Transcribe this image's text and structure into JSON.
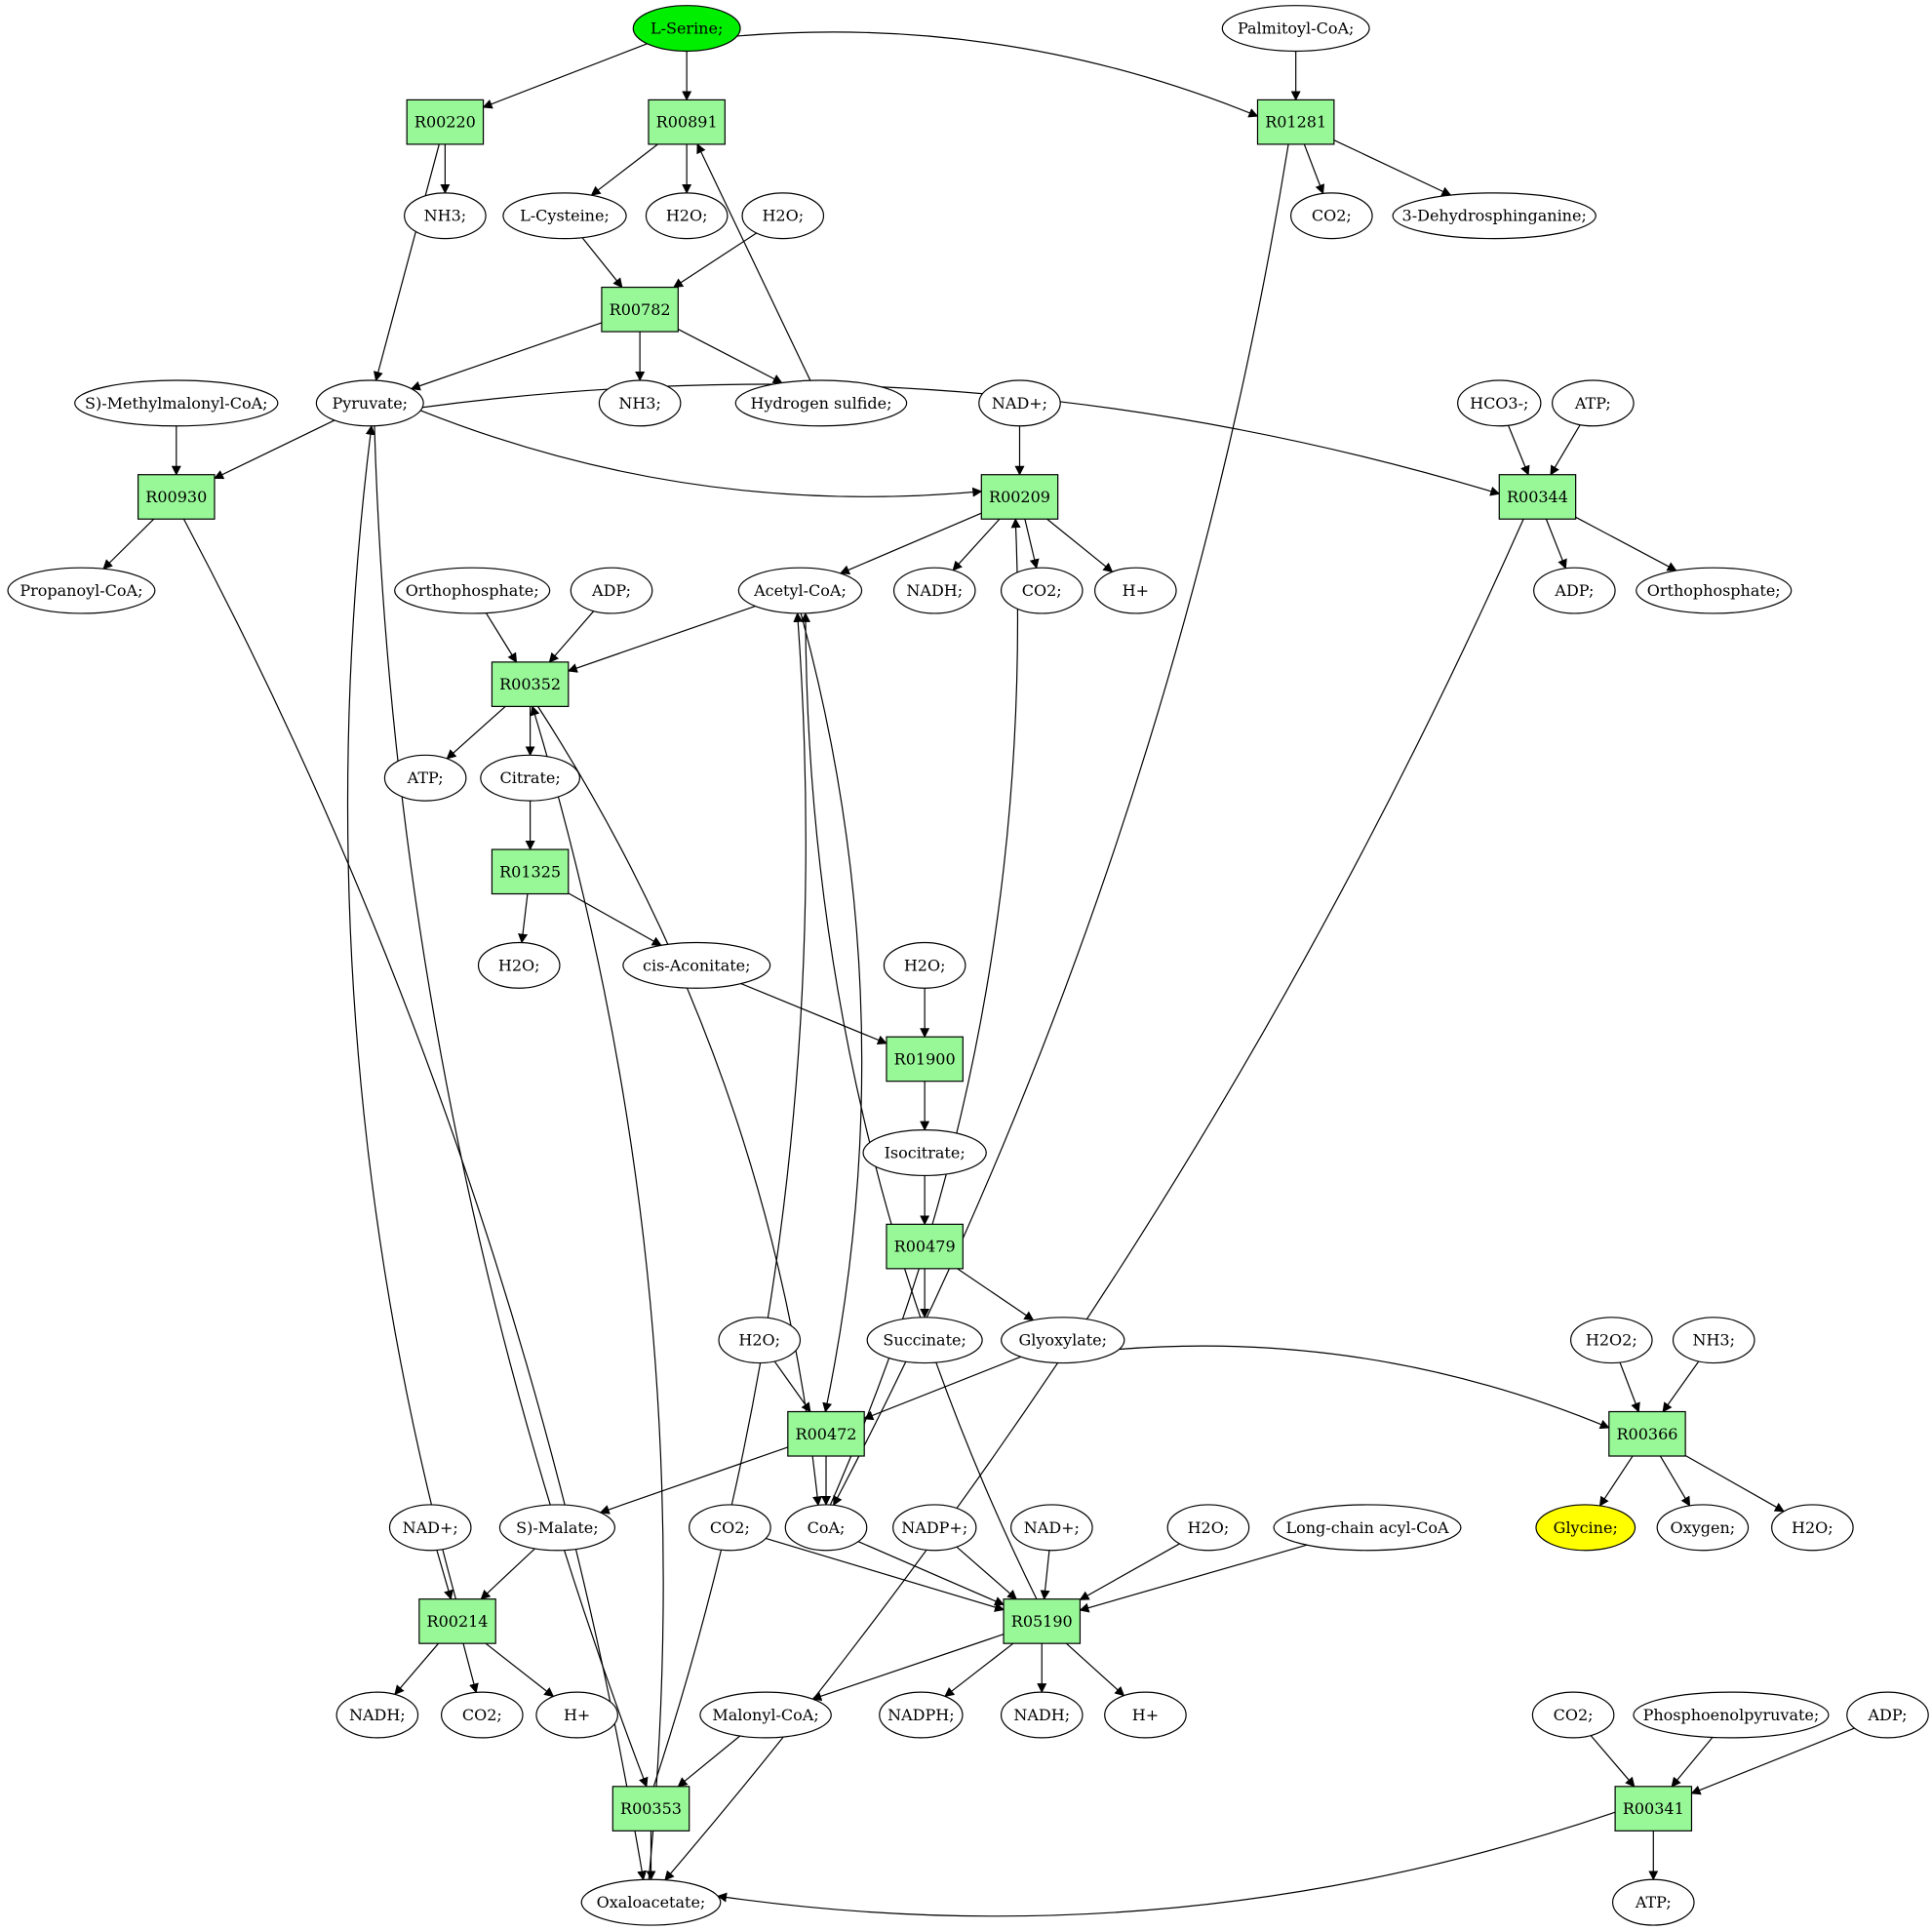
{
  "colors": {
    "reaction_fill": "#98f898",
    "start_fill": "#00ee00",
    "target_fill": "#ffff00",
    "metabolite_fill": "#ffffff",
    "stroke": "#000000"
  },
  "nodes": [
    {
      "id": "serine",
      "label": "L-Serine;",
      "kind": "metabolite",
      "role": "start"
    },
    {
      "id": "palmitoylcoa",
      "label": "Palmitoyl-CoA;",
      "kind": "metabolite"
    },
    {
      "id": "R00220",
      "label": "R00220",
      "kind": "reaction"
    },
    {
      "id": "R00891",
      "label": "R00891",
      "kind": "reaction"
    },
    {
      "id": "R01281",
      "label": "R01281",
      "kind": "reaction"
    },
    {
      "id": "nh3_a",
      "label": "NH3;",
      "kind": "metabolite"
    },
    {
      "id": "cysteine",
      "label": "L-Cysteine;",
      "kind": "metabolite"
    },
    {
      "id": "h2o_a",
      "label": "H2O;",
      "kind": "metabolite"
    },
    {
      "id": "h2o_b",
      "label": "H2O;",
      "kind": "metabolite"
    },
    {
      "id": "co2_a",
      "label": "CO2;",
      "kind": "metabolite"
    },
    {
      "id": "dehydrosph",
      "label": "3-Dehydrosphinganine;",
      "kind": "metabolite"
    },
    {
      "id": "R00782",
      "label": "R00782",
      "kind": "reaction"
    },
    {
      "id": "methylmalonyl",
      "label": "S)-Methylmalonyl-CoA;",
      "kind": "metabolite"
    },
    {
      "id": "pyruvate",
      "label": "Pyruvate;",
      "kind": "metabolite"
    },
    {
      "id": "nh3_b",
      "label": "NH3;",
      "kind": "metabolite"
    },
    {
      "id": "h2s",
      "label": "Hydrogen sulfide;",
      "kind": "metabolite"
    },
    {
      "id": "nadp_a",
      "label": "NAD+;",
      "kind": "metabolite"
    },
    {
      "id": "hco3",
      "label": "HCO3-;",
      "kind": "metabolite"
    },
    {
      "id": "atp_a",
      "label": "ATP;",
      "kind": "metabolite"
    },
    {
      "id": "R00930",
      "label": "R00930",
      "kind": "reaction"
    },
    {
      "id": "R00209",
      "label": "R00209",
      "kind": "reaction"
    },
    {
      "id": "R00344",
      "label": "R00344",
      "kind": "reaction"
    },
    {
      "id": "propanoyl",
      "label": "Propanoyl-CoA;",
      "kind": "metabolite"
    },
    {
      "id": "orthophos_a",
      "label": "Orthophosphate;",
      "kind": "metabolite"
    },
    {
      "id": "adp_a",
      "label": "ADP;",
      "kind": "metabolite"
    },
    {
      "id": "acetylcoa",
      "label": "Acetyl-CoA;",
      "kind": "metabolite"
    },
    {
      "id": "nadh_a",
      "label": "NADH;",
      "kind": "metabolite"
    },
    {
      "id": "co2_b",
      "label": "CO2;",
      "kind": "metabolite"
    },
    {
      "id": "hplus_a",
      "label": "H+",
      "kind": "metabolite"
    },
    {
      "id": "adp_b",
      "label": "ADP;",
      "kind": "metabolite"
    },
    {
      "id": "orthophos_b",
      "label": "Orthophosphate;",
      "kind": "metabolite"
    },
    {
      "id": "R00352",
      "label": "R00352",
      "kind": "reaction"
    },
    {
      "id": "atp_b",
      "label": "ATP;",
      "kind": "metabolite"
    },
    {
      "id": "citrate",
      "label": "Citrate;",
      "kind": "metabolite"
    },
    {
      "id": "R01325",
      "label": "R01325",
      "kind": "reaction"
    },
    {
      "id": "h2o_c",
      "label": "H2O;",
      "kind": "metabolite"
    },
    {
      "id": "cisaconitate",
      "label": "cis-Aconitate;",
      "kind": "metabolite"
    },
    {
      "id": "h2o_d",
      "label": "H2O;",
      "kind": "metabolite"
    },
    {
      "id": "R01900",
      "label": "R01900",
      "kind": "reaction"
    },
    {
      "id": "isocitrate",
      "label": "Isocitrate;",
      "kind": "metabolite"
    },
    {
      "id": "R00479",
      "label": "R00479",
      "kind": "reaction"
    },
    {
      "id": "succinate",
      "label": "Succinate;",
      "kind": "metabolite"
    },
    {
      "id": "glyoxylate",
      "label": "Glyoxylate;",
      "kind": "metabolite"
    },
    {
      "id": "h2o_e",
      "label": "H2O;",
      "kind": "metabolite"
    },
    {
      "id": "h2o2",
      "label": "H2O2;",
      "kind": "metabolite"
    },
    {
      "id": "nh3_c",
      "label": "NH3;",
      "kind": "metabolite"
    },
    {
      "id": "R00472",
      "label": "R00472",
      "kind": "reaction"
    },
    {
      "id": "R00366",
      "label": "R00366",
      "kind": "reaction"
    },
    {
      "id": "nad_b",
      "label": "NAD+;",
      "kind": "metabolite"
    },
    {
      "id": "smalate",
      "label": "S)-Malate;",
      "kind": "metabolite"
    },
    {
      "id": "co2_c",
      "label": "CO2;",
      "kind": "metabolite"
    },
    {
      "id": "coa",
      "label": "CoA;",
      "kind": "metabolite"
    },
    {
      "id": "nadp",
      "label": "NADP+;",
      "kind": "metabolite"
    },
    {
      "id": "nad_c",
      "label": "NAD+;",
      "kind": "metabolite"
    },
    {
      "id": "h2o_f",
      "label": "H2O;",
      "kind": "metabolite"
    },
    {
      "id": "longchain",
      "label": "Long-chain acyl-CoA",
      "kind": "metabolite"
    },
    {
      "id": "glycine",
      "label": "Glycine;",
      "kind": "metabolite",
      "role": "target"
    },
    {
      "id": "oxygen",
      "label": "Oxygen;",
      "kind": "metabolite"
    },
    {
      "id": "h2o_g",
      "label": "H2O;",
      "kind": "metabolite"
    },
    {
      "id": "R00214",
      "label": "R00214",
      "kind": "reaction"
    },
    {
      "id": "R05190",
      "label": "R05190",
      "kind": "reaction"
    },
    {
      "id": "nadh_b",
      "label": "NADH;",
      "kind": "metabolite"
    },
    {
      "id": "co2_d",
      "label": "CO2;",
      "kind": "metabolite"
    },
    {
      "id": "hplus_b",
      "label": "H+",
      "kind": "metabolite"
    },
    {
      "id": "malonylcoa",
      "label": "Malonyl-CoA;",
      "kind": "metabolite"
    },
    {
      "id": "nadph",
      "label": "NADPH;",
      "kind": "metabolite"
    },
    {
      "id": "nadh_c",
      "label": "NADH;",
      "kind": "metabolite"
    },
    {
      "id": "hplus_c",
      "label": "H+",
      "kind": "metabolite"
    },
    {
      "id": "co2_e",
      "label": "CO2;",
      "kind": "metabolite"
    },
    {
      "id": "pep",
      "label": "Phosphoenolpyruvate;",
      "kind": "metabolite"
    },
    {
      "id": "adp_c",
      "label": "ADP;",
      "kind": "metabolite"
    },
    {
      "id": "R00353",
      "label": "R00353",
      "kind": "reaction"
    },
    {
      "id": "R00341",
      "label": "R00341",
      "kind": "reaction"
    },
    {
      "id": "oxaloacetate",
      "label": "Oxaloacetate;",
      "kind": "metabolite"
    },
    {
      "id": "atp_c",
      "label": "ATP;",
      "kind": "metabolite"
    }
  ],
  "edges": [
    {
      "from": "serine",
      "to": "R00220"
    },
    {
      "from": "serine",
      "to": "R00891"
    },
    {
      "from": "serine",
      "to": "R01281"
    },
    {
      "from": "palmitoylcoa",
      "to": "R01281"
    },
    {
      "from": "R00220",
      "to": "nh3_a"
    },
    {
      "from": "R00220",
      "to": "pyruvate"
    },
    {
      "from": "R00891",
      "to": "cysteine"
    },
    {
      "from": "R00891",
      "to": "h2o_a"
    },
    {
      "from": "R01281",
      "to": "co2_a"
    },
    {
      "from": "R01281",
      "to": "dehydrosph"
    },
    {
      "from": "R01281",
      "to": "coa"
    },
    {
      "from": "cysteine",
      "to": "R00782"
    },
    {
      "from": "h2o_b",
      "to": "R00782"
    },
    {
      "from": "R00782",
      "to": "pyruvate"
    },
    {
      "from": "R00782",
      "to": "nh3_b"
    },
    {
      "from": "R00782",
      "to": "h2s"
    },
    {
      "from": "h2s",
      "to": "R00891"
    },
    {
      "from": "methylmalonyl",
      "to": "R00930"
    },
    {
      "from": "pyruvate",
      "to": "R00930"
    },
    {
      "from": "pyruvate",
      "to": "R00209"
    },
    {
      "from": "pyruvate",
      "to": "R00344"
    },
    {
      "from": "pyruvate",
      "to": "R00353"
    },
    {
      "from": "nadp_a",
      "to": "R00209"
    },
    {
      "from": "hco3",
      "to": "R00344"
    },
    {
      "from": "atp_a",
      "to": "R00344"
    },
    {
      "from": "R00930",
      "to": "propanoyl"
    },
    {
      "from": "R00930",
      "to": "oxaloacetate"
    },
    {
      "from": "R00209",
      "to": "acetylcoa"
    },
    {
      "from": "R00209",
      "to": "nadh_a"
    },
    {
      "from": "R00209",
      "to": "co2_b"
    },
    {
      "from": "R00209",
      "to": "hplus_a"
    },
    {
      "from": "coa",
      "to": "R00209"
    },
    {
      "from": "R00344",
      "to": "adp_b"
    },
    {
      "from": "R00344",
      "to": "orthophos_b"
    },
    {
      "from": "R00344",
      "to": "oxaloacetate"
    },
    {
      "from": "orthophos_a",
      "to": "R00352"
    },
    {
      "from": "adp_a",
      "to": "R00352"
    },
    {
      "from": "acetylcoa",
      "to": "R00352"
    },
    {
      "from": "acetylcoa",
      "to": "R00472"
    },
    {
      "from": "oxaloacetate",
      "to": "R00352"
    },
    {
      "from": "R00352",
      "to": "atp_b"
    },
    {
      "from": "R00352",
      "to": "citrate"
    },
    {
      "from": "R00352",
      "to": "coa"
    },
    {
      "from": "citrate",
      "to": "R01325"
    },
    {
      "from": "R01325",
      "to": "h2o_c"
    },
    {
      "from": "R01325",
      "to": "cisaconitate"
    },
    {
      "from": "cisaconitate",
      "to": "R01900"
    },
    {
      "from": "h2o_d",
      "to": "R01900"
    },
    {
      "from": "R01900",
      "to": "isocitrate"
    },
    {
      "from": "isocitrate",
      "to": "R00479"
    },
    {
      "from": "R00479",
      "to": "succinate"
    },
    {
      "from": "R00479",
      "to": "glyoxylate"
    },
    {
      "from": "h2o_e",
      "to": "R00472"
    },
    {
      "from": "glyoxylate",
      "to": "R00472"
    },
    {
      "from": "glyoxylate",
      "to": "R00366"
    },
    {
      "from": "h2o2",
      "to": "R00366"
    },
    {
      "from": "nh3_c",
      "to": "R00366"
    },
    {
      "from": "R00472",
      "to": "smalate"
    },
    {
      "from": "R00472",
      "to": "coa"
    },
    {
      "from": "R00366",
      "to": "glycine"
    },
    {
      "from": "R00366",
      "to": "oxygen"
    },
    {
      "from": "R00366",
      "to": "h2o_g"
    },
    {
      "from": "nad_b",
      "to": "R00214"
    },
    {
      "from": "smalate",
      "to": "R00214"
    },
    {
      "from": "R00214",
      "to": "pyruvate"
    },
    {
      "from": "R00214",
      "to": "nadh_b"
    },
    {
      "from": "R00214",
      "to": "co2_d"
    },
    {
      "from": "R00214",
      "to": "hplus_b"
    },
    {
      "from": "co2_c",
      "to": "R05190"
    },
    {
      "from": "coa",
      "to": "R05190"
    },
    {
      "from": "nadp",
      "to": "R05190"
    },
    {
      "from": "nad_c",
      "to": "R05190"
    },
    {
      "from": "h2o_f",
      "to": "R05190"
    },
    {
      "from": "longchain",
      "to": "R05190"
    },
    {
      "from": "R05190",
      "to": "acetylcoa"
    },
    {
      "from": "R05190",
      "to": "malonylcoa"
    },
    {
      "from": "R05190",
      "to": "nadph"
    },
    {
      "from": "R05190",
      "to": "nadh_c"
    },
    {
      "from": "R05190",
      "to": "hplus_c"
    },
    {
      "from": "malonylcoa",
      "to": "R00353"
    },
    {
      "from": "R00353",
      "to": "oxaloacetate"
    },
    {
      "from": "R00353",
      "to": "acetylcoa"
    },
    {
      "from": "co2_e",
      "to": "R00341"
    },
    {
      "from": "pep",
      "to": "R00341"
    },
    {
      "from": "adp_c",
      "to": "R00341"
    },
    {
      "from": "R00341",
      "to": "atp_c"
    },
    {
      "from": "R00341",
      "to": "oxaloacetate"
    }
  ]
}
